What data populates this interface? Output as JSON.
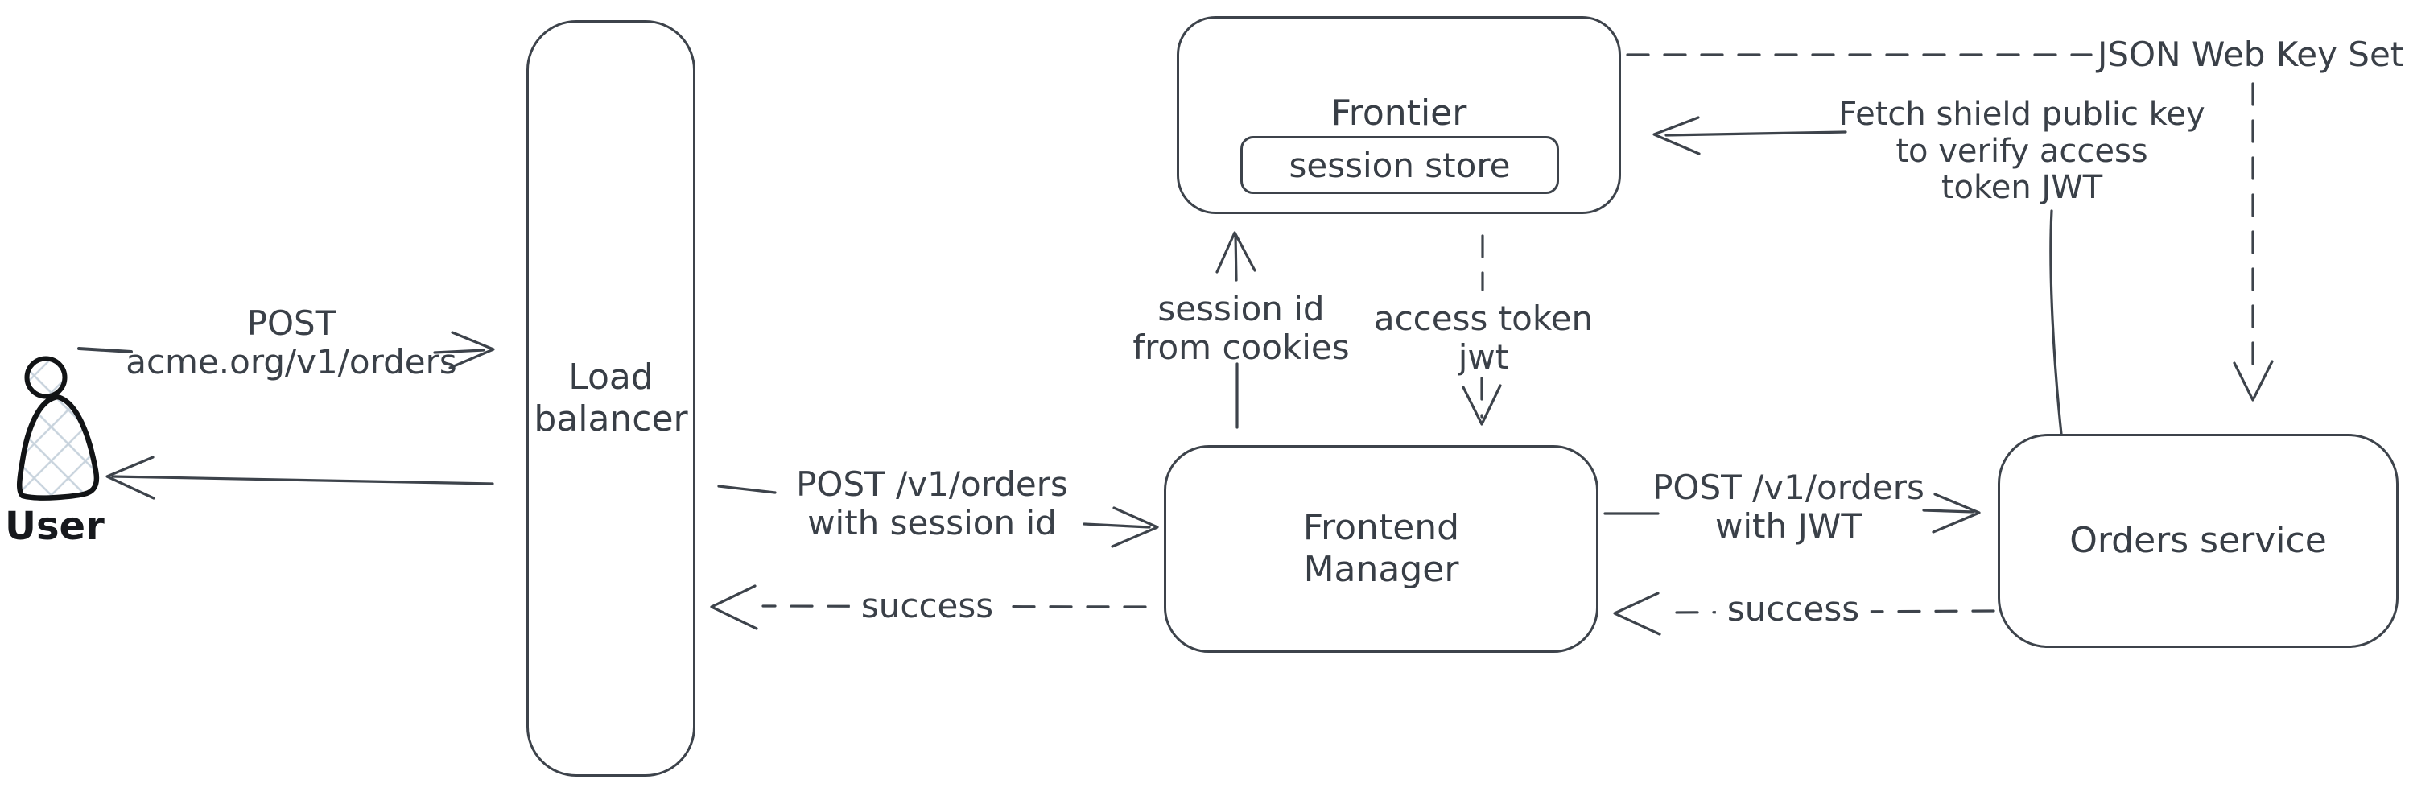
{
  "canvas": {
    "background": "#ffffff",
    "ink_color": "#3d434b",
    "user_ink_color": "#121416",
    "hatch_fill_color": "#c8d3dd"
  },
  "nodes": {
    "user": {
      "label": "User"
    },
    "load_balancer": {
      "label": "Load\nbalancer"
    },
    "frontier": {
      "label": "Frontier",
      "store_label": "session store"
    },
    "frontend_manager": {
      "label": "Frontend\nManager"
    },
    "orders_service": {
      "label": "Orders service"
    }
  },
  "edges": {
    "user_request": {
      "label": "POST\nacme.org/v1/orders"
    },
    "lb_request": {
      "label": "POST /v1/orders\nwith session id"
    },
    "lb_success": {
      "label": "success"
    },
    "orders_request": {
      "label": "POST /v1/orders\nwith JWT"
    },
    "orders_success": {
      "label": "success"
    },
    "session_id": {
      "label": "session id\nfrom cookies"
    },
    "access_token": {
      "label": "access token\njwt"
    },
    "jwks": {
      "label": "JSON Web Key Set"
    },
    "fetch_key": {
      "label": "Fetch shield public key\nto verify access\ntoken JWT"
    }
  }
}
